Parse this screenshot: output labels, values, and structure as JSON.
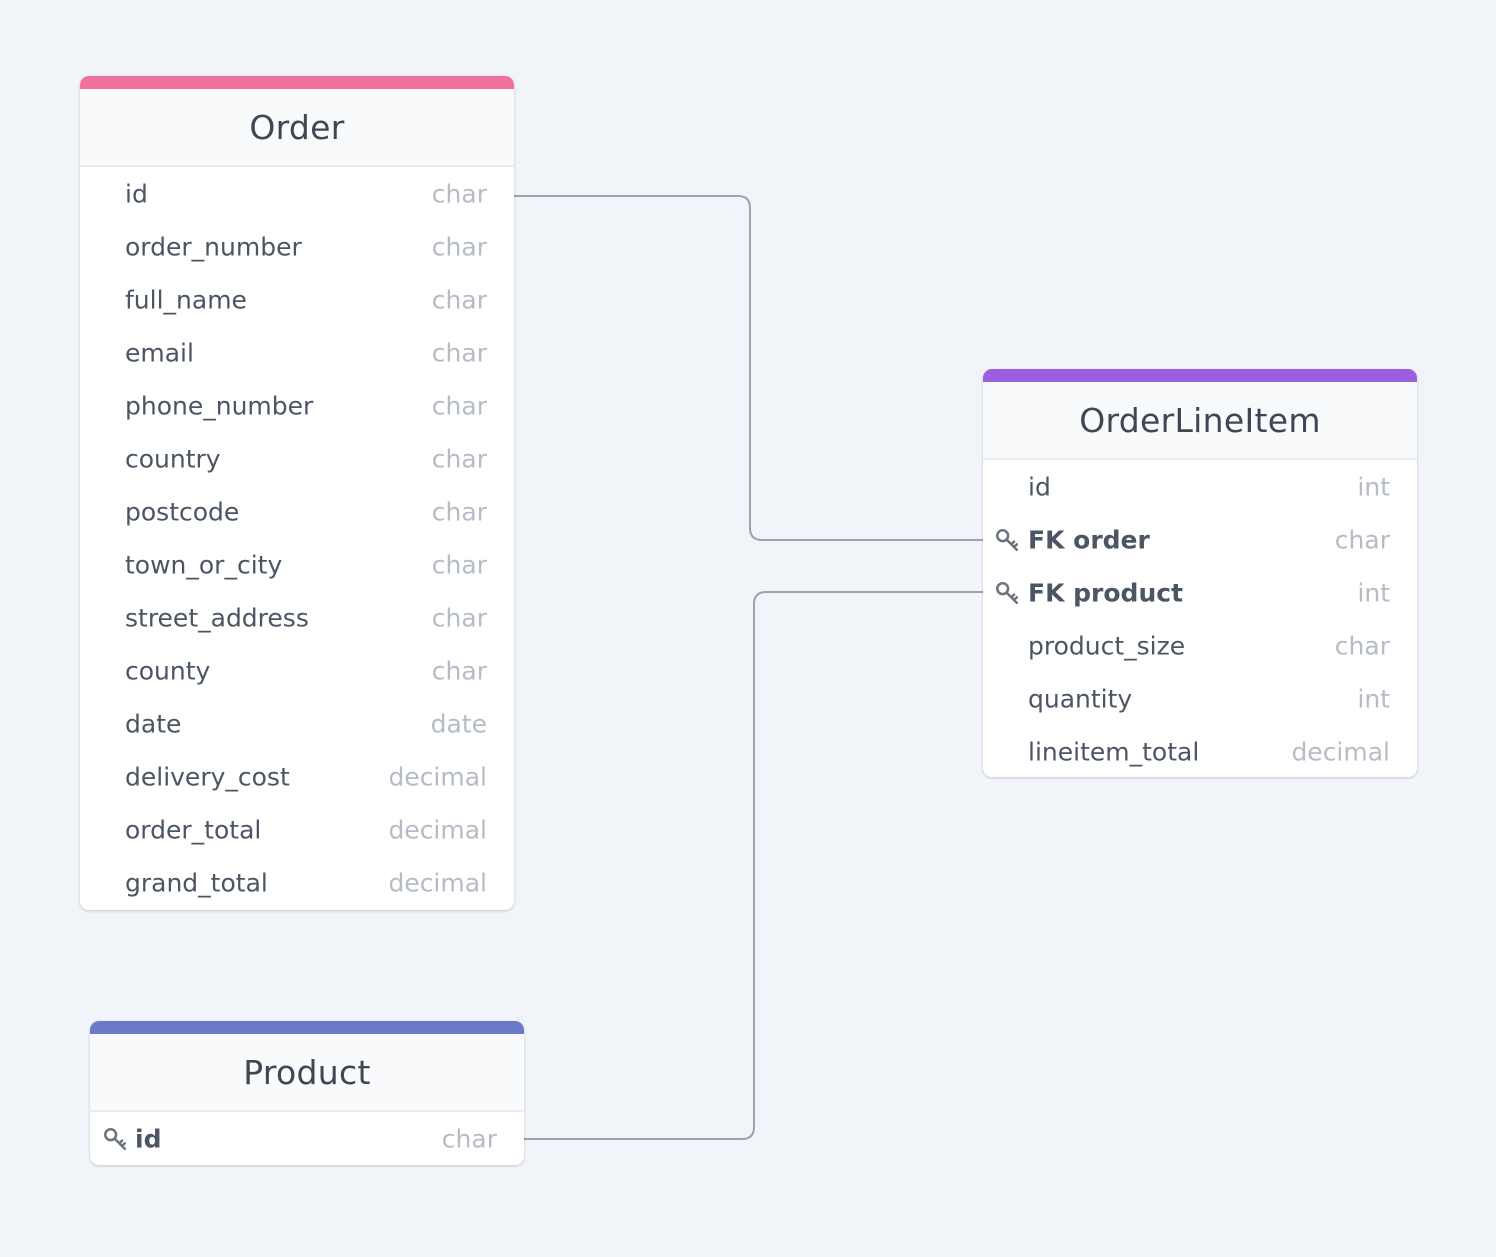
{
  "colors": {
    "background": "#f1f5f9",
    "connector": "#9ca3af",
    "order_accent": "#f0719b",
    "orderlineitem_accent": "#9b5fe0",
    "product_accent": "#6b79cb"
  },
  "tables": {
    "order": {
      "title": "Order",
      "fields": [
        {
          "name": "id",
          "type": "char"
        },
        {
          "name": "order_number",
          "type": "char"
        },
        {
          "name": "full_name",
          "type": "char"
        },
        {
          "name": "email",
          "type": "char"
        },
        {
          "name": "phone_number",
          "type": "char"
        },
        {
          "name": "country",
          "type": "char"
        },
        {
          "name": "postcode",
          "type": "char"
        },
        {
          "name": "town_or_city",
          "type": "char"
        },
        {
          "name": "street_address",
          "type": "char"
        },
        {
          "name": "county",
          "type": "char"
        },
        {
          "name": "date",
          "type": "date"
        },
        {
          "name": "delivery_cost",
          "type": "decimal"
        },
        {
          "name": "order_total",
          "type": "decimal"
        },
        {
          "name": "grand_total",
          "type": "decimal"
        }
      ]
    },
    "orderlineitem": {
      "title": "OrderLineItem",
      "fields": [
        {
          "name": "id",
          "type": "int",
          "key": ""
        },
        {
          "name": "FK order",
          "type": "char",
          "key": "key-icon"
        },
        {
          "name": "FK product",
          "type": "int",
          "key": "key-icon"
        },
        {
          "name": "product_size",
          "type": "char",
          "key": ""
        },
        {
          "name": "quantity",
          "type": "int",
          "key": ""
        },
        {
          "name": "lineitem_total",
          "type": "decimal",
          "key": ""
        }
      ]
    },
    "product": {
      "title": "Product",
      "fields": [
        {
          "name": "id",
          "type": "char",
          "key": "key-icon"
        }
      ]
    }
  },
  "relations": [
    {
      "from": "Order.id",
      "to": "OrderLineItem.FK order"
    },
    {
      "from": "Product.id",
      "to": "OrderLineItem.FK product"
    }
  ]
}
